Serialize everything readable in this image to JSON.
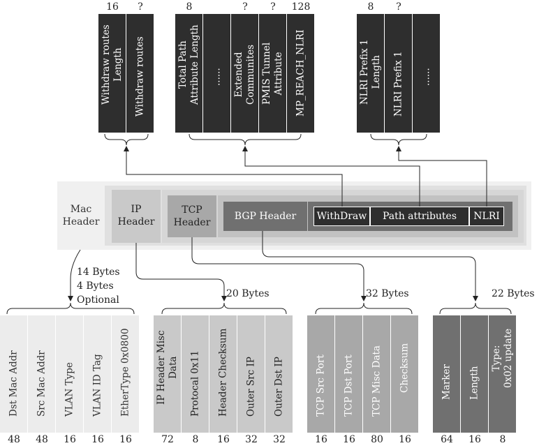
{
  "top_groups": {
    "withdraw": {
      "fields": [
        {
          "label": "Withdraw routes\nLength",
          "size": "16"
        },
        {
          "label": "Withdraw routes",
          "size": "?"
        }
      ]
    },
    "path_attributes": {
      "fields": [
        {
          "label": "Total Path\nAttribute Length",
          "size": "8"
        },
        {
          "label": "......",
          "size": ""
        },
        {
          "label": "Extended\nCommunites",
          "size": "?"
        },
        {
          "label": "PMIS Tunnel\nAttribute",
          "size": "?"
        },
        {
          "label": "MP_REACH_NLRI",
          "size": "128"
        }
      ]
    },
    "nlri": {
      "fields": [
        {
          "label": "NLRI Prefix 1\nLength",
          "size": "8"
        },
        {
          "label": "NLRI Prefix 1",
          "size": "?"
        },
        {
          "label": "......",
          "size": ""
        }
      ]
    }
  },
  "packet": {
    "mac": "Mac\nHeader",
    "ip": "IP\nHeader",
    "tcp": "TCP\nHeader",
    "bgp": "BGP Header",
    "withdraw": "WithDraw",
    "path_attributes": "Path attributes",
    "nlri": "NLRI"
  },
  "bottom_groups": {
    "mac": {
      "annotation": "14 Bytes\n4 Bytes\nOptional",
      "fields": [
        {
          "label": "Dst Mac Addr",
          "size": "48"
        },
        {
          "label": "Src Mac Addr",
          "size": "48"
        },
        {
          "label": "VLAN Type",
          "size": "16"
        },
        {
          "label": "VLAN ID Tag",
          "size": "16"
        },
        {
          "label": "EtherType 0x0800",
          "size": "16"
        }
      ]
    },
    "ip": {
      "annotation": "20 Bytes",
      "fields": [
        {
          "label": "IP Header Misc\nData",
          "size": "72"
        },
        {
          "label": "Protocal 0x11",
          "size": "8"
        },
        {
          "label": "Header Checksum",
          "size": "16"
        },
        {
          "label": "Outer Src IP",
          "size": "32"
        },
        {
          "label": "Outer Dst IP",
          "size": "32"
        }
      ]
    },
    "tcp": {
      "annotation": "32 Bytes",
      "fields": [
        {
          "label": "TCP Src Port",
          "size": "16"
        },
        {
          "label": "TCP Dst Port",
          "size": "16"
        },
        {
          "label": "TCP Misc Data",
          "size": "80"
        },
        {
          "label": "Checksum",
          "size": "16"
        }
      ]
    },
    "bgp": {
      "annotation": "22 Bytes",
      "fields": [
        {
          "label": "Marker",
          "size": "64"
        },
        {
          "label": "Length",
          "size": "16"
        },
        {
          "label": "Type:\n0x02 update",
          "size": "8"
        }
      ]
    }
  },
  "colors": {
    "top_fields": "#2e2e2e",
    "mac": "#ececec",
    "ip": "#c9c9c9",
    "tcp": "#a8a8a8",
    "bgp": "#707070"
  }
}
